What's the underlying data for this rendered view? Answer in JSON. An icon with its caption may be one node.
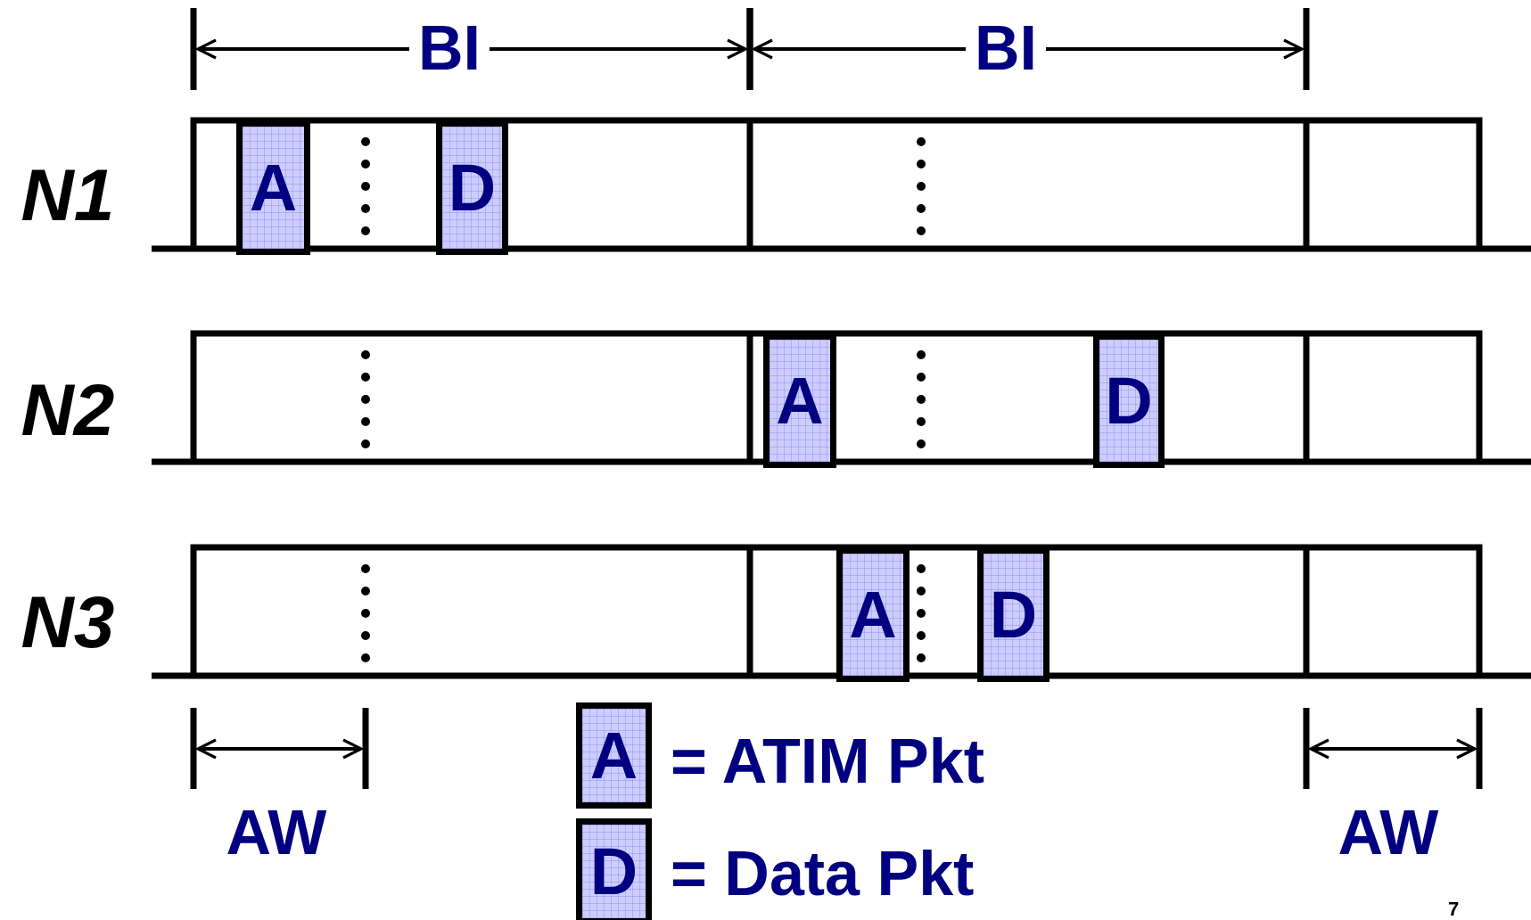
{
  "diagram": {
    "nodes": [
      {
        "text": [
          "A"
        ]
      },
      {
        "text": [
          "D"
        ]
      },
      {
        "text": [
          "A"
        ]
      },
      {
        "text": [
          "D"
        ]
      },
      {
        "text": [
          "A"
        ]
      },
      {
        "text": [
          "D"
        ]
      },
      {
        "text": [
          "A"
        ]
      },
      {
        "text": [
          "D"
        ]
      }
    ],
    "labels": [
      "BI",
      "BI",
      "N1",
      "N2",
      "N3",
      "AW",
      "= ATIM Pkt",
      "AW",
      "= Data Pkt",
      "7"
    ]
  }
}
